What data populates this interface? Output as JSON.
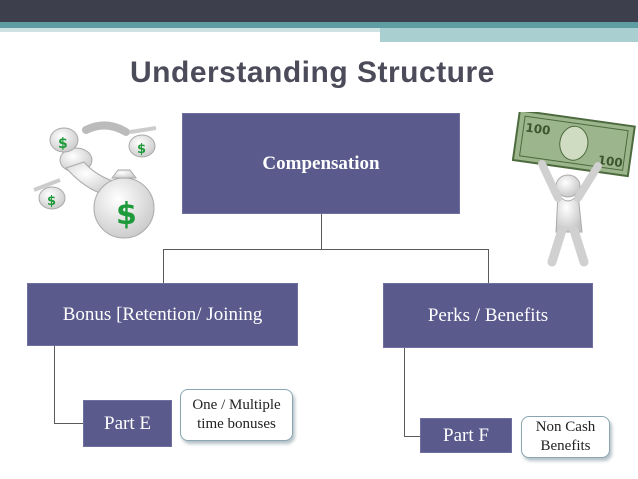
{
  "slide": {
    "title": "Understanding Structure"
  },
  "diagram": {
    "root": {
      "label": "Compensation"
    },
    "branches": [
      {
        "label": "Bonus [Retention/ Joining",
        "part": "Part E",
        "note": [
          "One / Multiple",
          "time bonuses"
        ]
      },
      {
        "label": "Perks / Benefits",
        "part": "Part F",
        "note": [
          "Non Cash",
          "Benefits"
        ]
      }
    ]
  },
  "icons": [
    "money-bags-figure-icon",
    "dollar-bill-figure-icon"
  ],
  "colors": {
    "box_fill": "#5a5a8c",
    "header_dark": "#3d3f4c",
    "header_teal": "#5e9ea2",
    "title_text": "#4b4b5a"
  }
}
